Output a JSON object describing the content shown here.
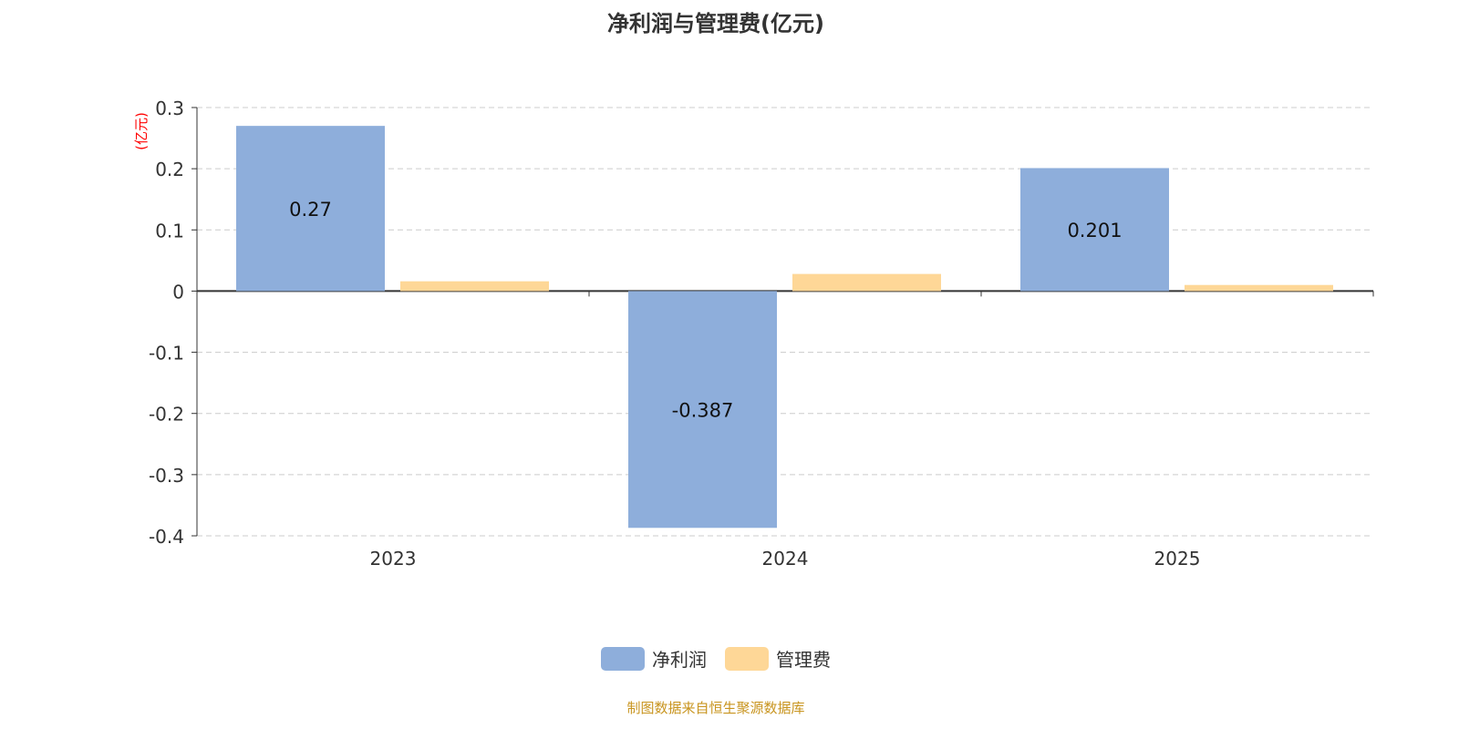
{
  "chart_data": {
    "type": "bar",
    "title": "净利润与管理费(亿元)",
    "ylabel": "(亿元)",
    "categories": [
      "2023",
      "2024",
      "2025"
    ],
    "series": [
      {
        "name": "净利润",
        "color": "#8eaedb",
        "values": [
          0.27,
          -0.387,
          0.201
        ],
        "labels": [
          "0.27",
          "-0.387",
          "0.201"
        ]
      },
      {
        "name": "管理费",
        "color": "#fed797",
        "values": [
          0.016,
          0.028,
          0.01
        ]
      }
    ],
    "ylim": [
      -0.4,
      0.3
    ],
    "yticks": [
      0.3,
      0.2,
      0.1,
      0,
      -0.1,
      -0.2,
      -0.3,
      -0.4
    ],
    "ytick_labels": [
      "0.3",
      "0.2",
      "0.1",
      "0",
      "-0.1",
      "-0.2",
      "-0.3",
      "-0.4"
    ],
    "grid": true,
    "legend_position": "bottom"
  },
  "source": "制图数据来自恒生聚源数据库"
}
